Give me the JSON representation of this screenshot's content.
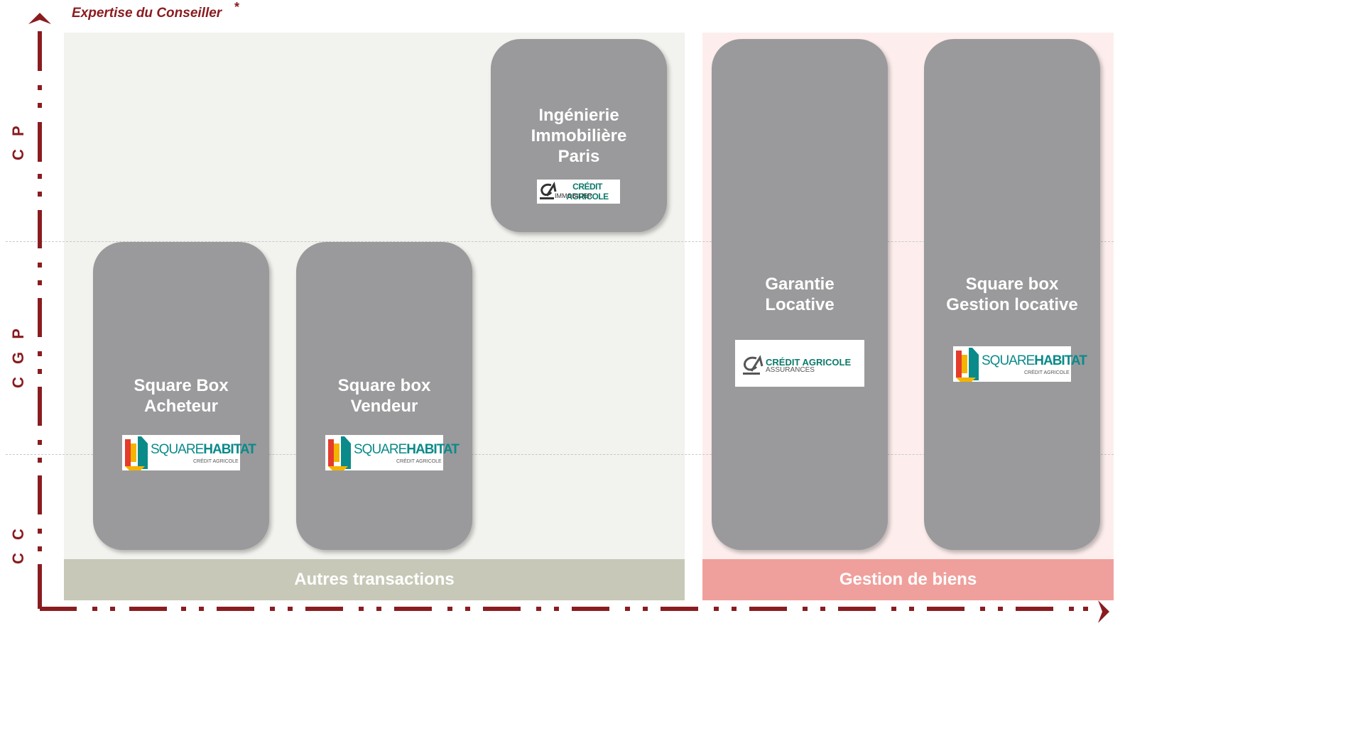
{
  "y_axis": {
    "title": "Expertise du Conseiller",
    "title_mark": "*",
    "levels": [
      "C P",
      "C G P",
      "C C"
    ]
  },
  "zones": [
    {
      "label": "Autres transactions",
      "color": "#c8c8b8",
      "bg": "#f2f2ee"
    },
    {
      "label": "Gestion de biens",
      "color": "#f0a09c",
      "bg": "#fdeeed"
    }
  ],
  "cards": [
    {
      "id": "square-box-acheteur",
      "lines": [
        "Square Box",
        "Acheteur"
      ],
      "logo": "square-habitat"
    },
    {
      "id": "square-box-vendeur",
      "lines": [
        "Square box",
        "Vendeur"
      ],
      "logo": "square-habitat"
    },
    {
      "id": "ingenierie-immobiliere",
      "lines": [
        "Ingénierie",
        "Immobilière",
        "Paris"
      ],
      "logo": "credit-agricole-immobilier"
    },
    {
      "id": "garantie-locative",
      "lines": [
        "Garantie",
        "Locative"
      ],
      "logo": "credit-agricole-assurances"
    },
    {
      "id": "square-box-gestion",
      "lines": [
        "Square box",
        "Gestion locative"
      ],
      "logo": "square-habitat"
    }
  ],
  "logos": {
    "square_habitat": {
      "main": "SQUARE",
      "bold": "HABITAT",
      "sub": "CRÉDIT AGRICOLE"
    },
    "ca_immobilier": {
      "main": "CRÉDIT AGRICOLE",
      "sub": "IMMOBILIER"
    },
    "ca_assurances": {
      "main": "CRÉDIT AGRICOLE",
      "sub": "ASSURANCES"
    }
  },
  "colors": {
    "axis": "#8a1c20",
    "card": "#9a9a9c",
    "ca_green": "#0b7a6b"
  }
}
